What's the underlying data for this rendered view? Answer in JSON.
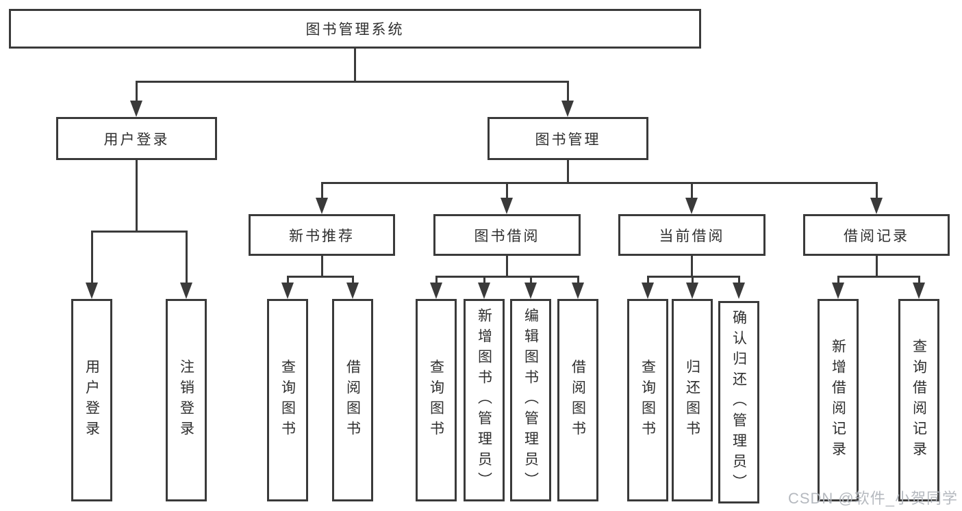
{
  "tree": {
    "root": {
      "label": "图书管理系统"
    },
    "branches": [
      {
        "label": "用户登录",
        "children": [
          {
            "label": "用户登录"
          },
          {
            "label": "注销登录"
          }
        ]
      },
      {
        "label": "图书管理",
        "children": [
          {
            "label": "新书推荐",
            "children": [
              {
                "label": "查询图书"
              },
              {
                "label": "借阅图书"
              }
            ]
          },
          {
            "label": "图书借阅",
            "children": [
              {
                "label": "查询图书"
              },
              {
                "label": "新增图书（管理员）"
              },
              {
                "label": "编辑图书（管理员）"
              },
              {
                "label": "借阅图书"
              }
            ]
          },
          {
            "label": "当前借阅",
            "children": [
              {
                "label": "查询图书"
              },
              {
                "label": "归还图书"
              },
              {
                "label": "确认归还（管理员）"
              }
            ]
          },
          {
            "label": "借阅记录",
            "children": [
              {
                "label": "新增借阅记录"
              },
              {
                "label": "查询借阅记录"
              }
            ]
          }
        ]
      }
    ]
  },
  "watermark": {
    "text": "CSDN @软件_小贺同学"
  },
  "colors": {
    "line": "#3a3a3a",
    "text": "#2f2f2f",
    "watermark": "#b2b6bc",
    "background": "#ffffff"
  }
}
